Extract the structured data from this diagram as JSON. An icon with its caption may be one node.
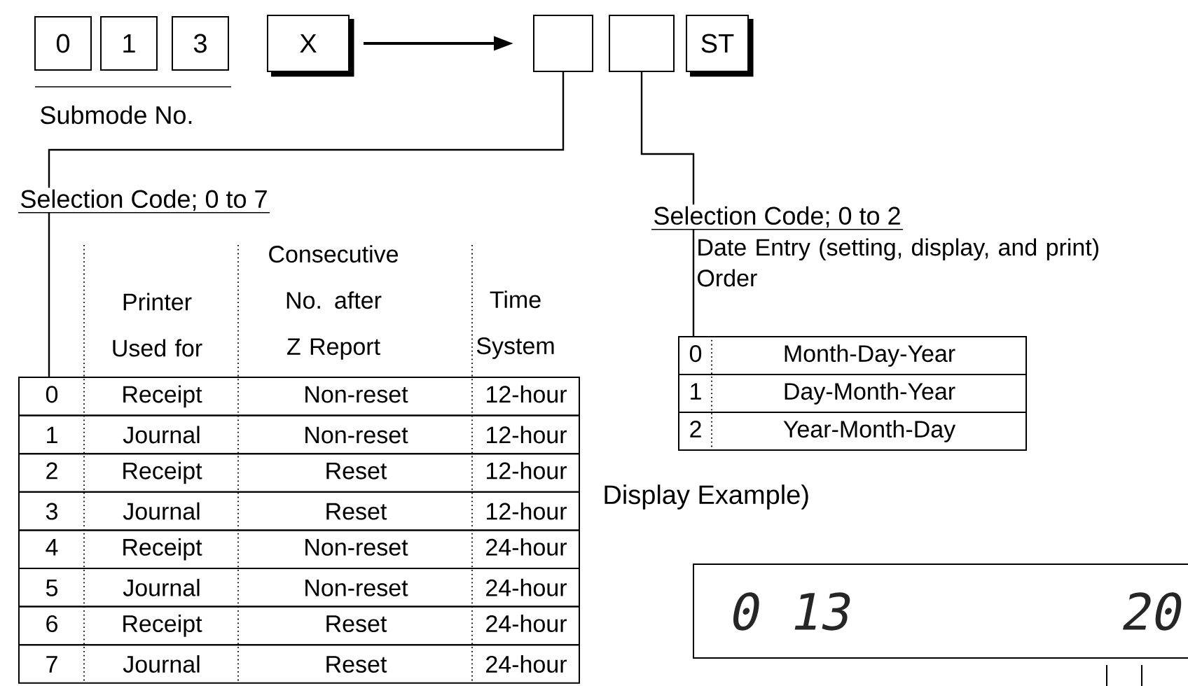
{
  "diagram": {
    "nodes": [
      {
        "text": [
          "0"
        ]
      },
      {
        "text": [
          "1"
        ]
      },
      {
        "text": [
          "3"
        ]
      },
      {
        "text": [
          "X"
        ]
      },
      {
        "text": [],
        "shape": "box"
      },
      {
        "text": [],
        "shape": "box"
      },
      {
        "text": [
          "ST"
        ]
      },
      {
        "text": [
          "Selection Code; 0 to 7"
        ]
      },
      {
        "text": [
          "Selection Code; 0 to 2"
        ]
      },
      {
        "text": [
          "0",
          "Receipt",
          "Non-reset",
          "12-hour"
        ]
      },
      {
        "text": [
          "1",
          "Journal",
          "Non-reset",
          "12-hour"
        ]
      },
      {
        "text": [
          "2",
          "Receipt",
          "Reset",
          "12-hour"
        ]
      },
      {
        "text": [
          "3",
          "Journal",
          "Reset",
          "12-hour"
        ]
      },
      {
        "text": [
          "4",
          "Receipt",
          "Non-reset",
          "24-hour"
        ]
      },
      {
        "text": [
          "5",
          "Journal",
          "Non-reset",
          "24-hour"
        ]
      },
      {
        "text": [
          "6",
          "Receipt",
          "Reset",
          "24-hour"
        ]
      },
      {
        "text": [
          "7",
          "Journal",
          "Reset",
          "24-hour"
        ]
      },
      {
        "text": [
          "0",
          "Month-Day-Year"
        ]
      },
      {
        "text": [
          "1",
          "Day-Month-Year"
        ]
      },
      {
        "text": [
          "2",
          "Year-Month-Day"
        ]
      },
      {
        "text": [
          "0 13",
          "20"
        ]
      }
    ],
    "edges": [
      {
        "from": 3,
        "to": 4,
        "arrow": "to"
      },
      {
        "from": 4,
        "to": 7,
        "arrow": "none"
      },
      {
        "from": 5,
        "to": 8,
        "arrow": "none"
      },
      {
        "from": 7,
        "to": 9,
        "arrow": "none"
      },
      {
        "from": 8,
        "to": 17,
        "arrow": "none"
      }
    ],
    "labels": [
      "Submode No.",
      "Printer Used for",
      "Consecutive No. after Z Report",
      "Time System",
      "Date Entry (setting, display, and print) Order",
      "Display Example)"
    ]
  }
}
